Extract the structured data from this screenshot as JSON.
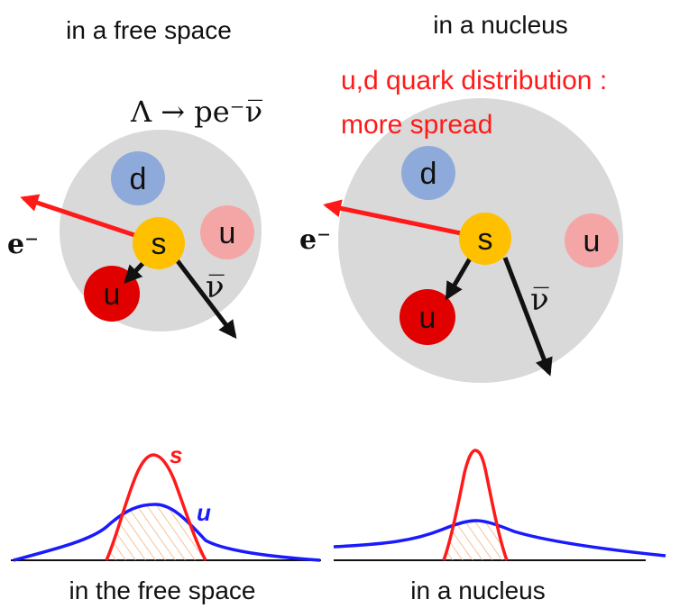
{
  "left": {
    "heading": "in a free space",
    "reaction": "Λ → pe⁻ν̅",
    "quarks": {
      "d": "d",
      "s": "s",
      "u_light": "u",
      "u_red": "u"
    },
    "electron": "e⁻",
    "antineutrino": "ν̅",
    "caption": "in the free space",
    "curve_s": "s",
    "curve_u": "u"
  },
  "right": {
    "heading": "in a nucleus",
    "note_line1": "u,d quark distribution :",
    "note_line2": "more spread",
    "quarks": {
      "d": "d",
      "s": "s",
      "u_light": "u",
      "u_red": "u"
    },
    "electron": "e⁻",
    "antineutrino": "ν̅",
    "caption": "in a nucleus"
  },
  "colors": {
    "hadron_fill": "#d9d9d9",
    "d_quark": "#8eaadb",
    "s_quark": "#ffc000",
    "u_light": "#f4a6a6",
    "u_red": "#e00000",
    "electron_arrow": "#ff1a1a",
    "curve_s": "#ff1a1a",
    "curve_u": "#1a1aff",
    "hatch": "#f4b183",
    "note_text": "#ff1a1a"
  }
}
